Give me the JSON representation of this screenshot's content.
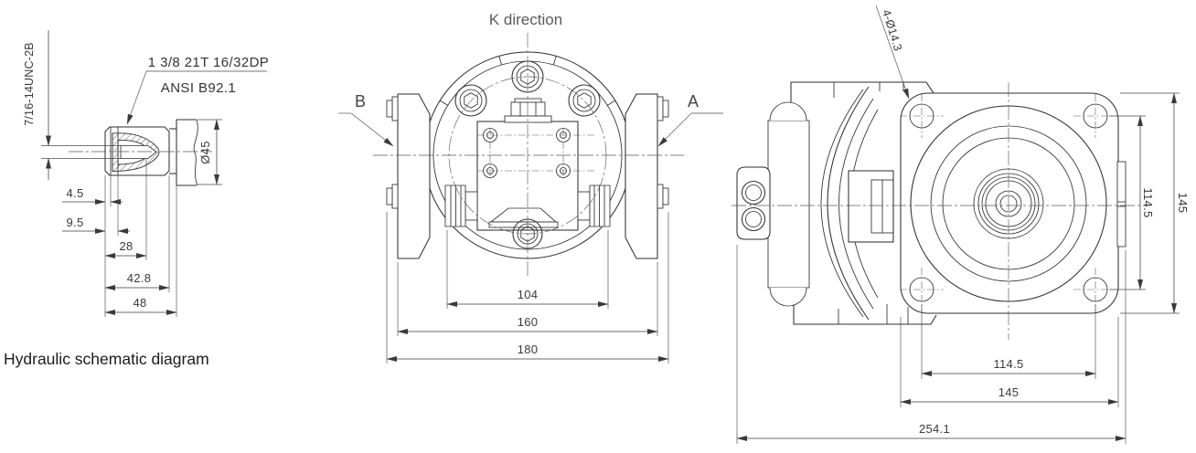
{
  "page": {
    "background": "#ffffff"
  },
  "drawing": {
    "caption": "Hydraulic schematic diagram",
    "shaft_view": {
      "thread_label": "7/16-14UNC-2B",
      "spline_label": "1 3/8 21T 16/32DP",
      "standard_label": "ANSI B92.1",
      "shaft_diameter": "Ø45",
      "dims": {
        "step": "4.5",
        "relief": "9.5",
        "spline_length": "28",
        "shaft_length": "42.8",
        "overall_length": "48"
      }
    },
    "front_view": {
      "direction_label": "K direction",
      "port_a_label": "A",
      "port_b_label": "B",
      "dims": {
        "port_face_width": "104",
        "bracket_width": "160",
        "overall_width": "180"
      }
    },
    "side_view": {
      "mount_holes_label": "4-Ø14.3",
      "dims": {
        "bolt_spacing_vertical": "114.5",
        "flange_height": "145",
        "bolt_spacing_horizontal": "114.5",
        "flange_width": "145",
        "overall_length": "254.1"
      }
    },
    "colors": {
      "line": "#2f2f2f",
      "dimension": "#3a3a3a",
      "muted_label": "#5a5a5a",
      "caption": "#1c1c1c",
      "background": "#ffffff"
    }
  }
}
